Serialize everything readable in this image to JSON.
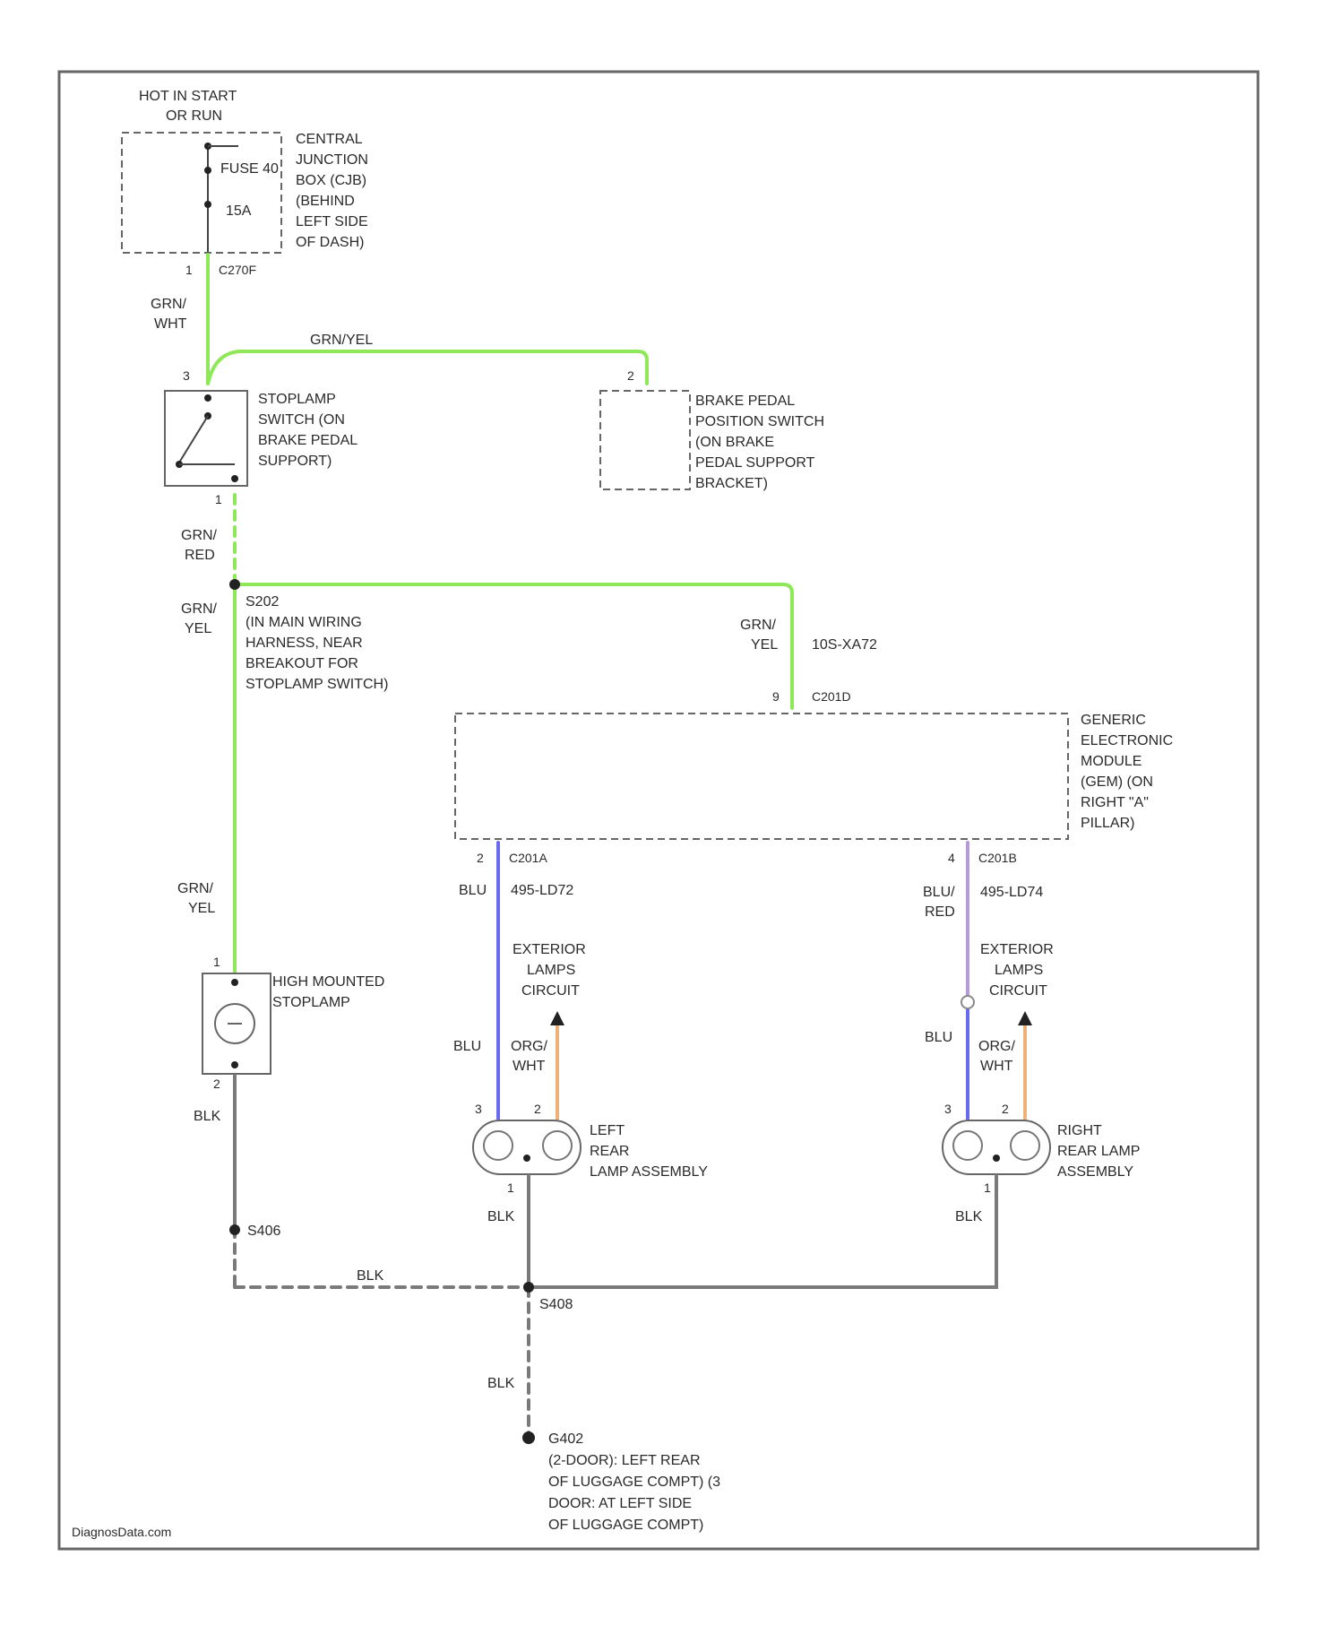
{
  "colors": {
    "grn_wire": "#8ee85a",
    "blu_wire": "#6a6af0",
    "blk_wire": "#7a7a7a",
    "org_wire": "#f0b07a",
    "vio_wire": "#b79ad8",
    "frame": "#666666"
  },
  "fuse_box": {
    "header": [
      "HOT IN START",
      "OR RUN"
    ],
    "fuse_label": "FUSE 40",
    "fuse_rating": "15A",
    "desc": [
      "CENTRAL",
      "JUNCTION",
      "BOX (CJB)",
      "(BEHIND",
      "LEFT SIDE",
      "OF DASH)"
    ],
    "pin": "1",
    "connector": "C270F"
  },
  "wires": {
    "grn_wht": [
      "GRN/",
      "WHT"
    ],
    "grn_yel_top": "GRN/YEL",
    "grn_red": [
      "GRN/",
      "RED"
    ],
    "grn_yel_left": [
      "GRN/",
      "YEL"
    ],
    "grn_yel_right": [
      "GRN/",
      "YEL"
    ],
    "grn_yel_lower": [
      "GRN/",
      "YEL"
    ],
    "circuit_top": "10S-XA72",
    "blu_left": "BLU",
    "circuit_left": "495-LD72",
    "blu_red_right": [
      "BLU/",
      "RED"
    ],
    "circuit_right": "495-LD74",
    "blu_lower_left": "BLU",
    "blu_lower_right": "BLU",
    "org_wht_left": [
      "ORG/",
      "WHT"
    ],
    "org_wht_right": [
      "ORG/",
      "WHT"
    ],
    "blk_hmsl": "BLK",
    "blk_left_lamp": "BLK",
    "blk_right_lamp": "BLK",
    "blk_bus": "BLK",
    "blk_ground": "BLK"
  },
  "stoplamp_switch": {
    "pin_top": "3",
    "pin_bottom": "1",
    "desc": [
      "STOPLAMP",
      "SWITCH (ON",
      "BRAKE PEDAL",
      "SUPPORT)"
    ]
  },
  "brake_pedal_switch": {
    "pin": "2",
    "desc": [
      "BRAKE PEDAL",
      "POSITION SWITCH",
      "(ON BRAKE",
      "PEDAL SUPPORT",
      "BRACKET)"
    ]
  },
  "splice": {
    "id": "S202",
    "desc": [
      "(IN MAIN WIRING",
      "HARNESS, NEAR",
      "BREAKOUT FOR",
      "STOPLAMP SWITCH)"
    ]
  },
  "gem": {
    "pin_in": "9",
    "conn_in": "C201D",
    "desc": [
      "GENERIC",
      "ELECTRONIC",
      "MODULE",
      "(GEM) (ON",
      "RIGHT \"A\"",
      "PILLAR)"
    ],
    "pin_left": "2",
    "conn_left": "C201A",
    "pin_right": "4",
    "conn_right": "C201B"
  },
  "exterior_lamps": [
    "EXTERIOR",
    "LAMPS",
    "CIRCUIT"
  ],
  "hmsl": {
    "pin_top": "1",
    "pin_bottom": "2",
    "desc": [
      "HIGH MOUNTED",
      "STOPLAMP"
    ]
  },
  "left_lamp": {
    "pin_a": "3",
    "pin_b": "2",
    "pin_c": "1",
    "desc": [
      "LEFT",
      "REAR",
      "LAMP ASSEMBLY"
    ]
  },
  "right_lamp": {
    "pin_a": "3",
    "pin_b": "2",
    "pin_c": "1",
    "desc": [
      "RIGHT",
      "REAR LAMP",
      "ASSEMBLY"
    ]
  },
  "splices": {
    "s406": "S406",
    "s408": "S408"
  },
  "ground": {
    "id": "G402",
    "desc": [
      "(2-DOOR): LEFT REAR",
      "OF LUGGAGE COMPT) (3",
      "DOOR: AT LEFT SIDE",
      "OF LUGGAGE COMPT)"
    ]
  },
  "watermark": "DiagnosData.com"
}
